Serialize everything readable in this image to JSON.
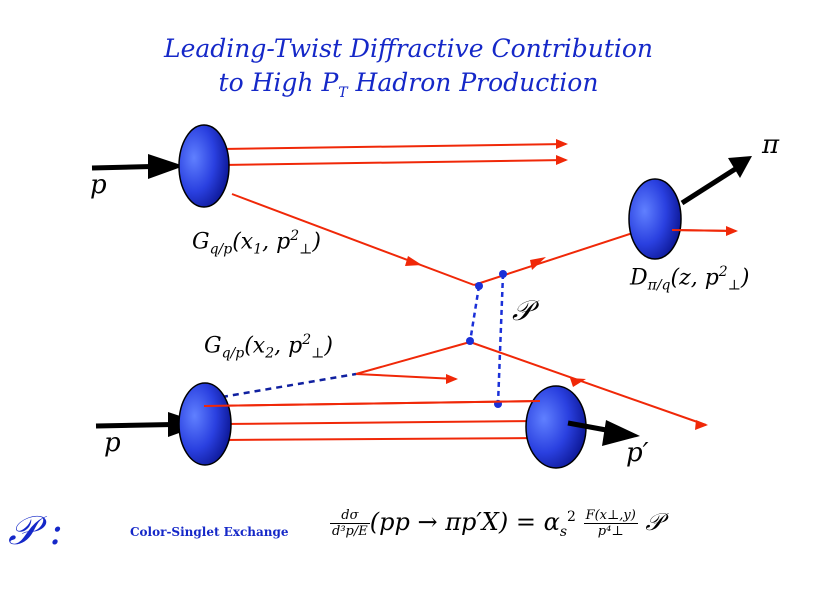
{
  "title": {
    "line1": "Leading-Twist Diffractive Contribution",
    "line2": "to  High P",
    "line2_sub": "T",
    "line2_end": " Hadron Production"
  },
  "labels": {
    "p_top": "p",
    "p_bottom": "p",
    "p_prime": "p′",
    "pi": "π",
    "pomeron": "𝒫",
    "G1_main": "G",
    "G1_sub": "q/p",
    "G1_args": "(x",
    "G1_args_sub": "1",
    "G1_args_mid": ", p",
    "G1_args_sup": "2",
    "G1_args_sub2": "⊥",
    "G1_close": ")",
    "G2_main": "G",
    "G2_sub": "q/p",
    "G2_args": "(x",
    "G2_args_sub": "2",
    "G2_args_mid": ", p",
    "G2_args_sup": "2",
    "G2_args_sub2": "⊥",
    "G2_close": ")",
    "D_main": "D",
    "D_sub": "π/q",
    "D_args": "(z, p",
    "D_args_sup": "2",
    "D_args_sub": "⊥",
    "D_close": ")"
  },
  "bottom": {
    "pomeron_symbol": "𝒫 :",
    "exchange_label": "Color-Singlet Exchange",
    "frac1_num": "dσ",
    "frac1_den": "d³p/E",
    "formula_mid": "(pp → πp′X) = α",
    "alpha_sub": "s",
    "alpha_sup": "2",
    "frac2_num": "F(x⊥,y)",
    "frac2_den": "p⁴⊥",
    "formula_end": " 𝒫"
  },
  "colors": {
    "title": "#1528c8",
    "quark_line": "#f02808",
    "blob_dark": "#1020a0",
    "blob_light": "#5070ff",
    "exchange": "#1a30d8"
  }
}
